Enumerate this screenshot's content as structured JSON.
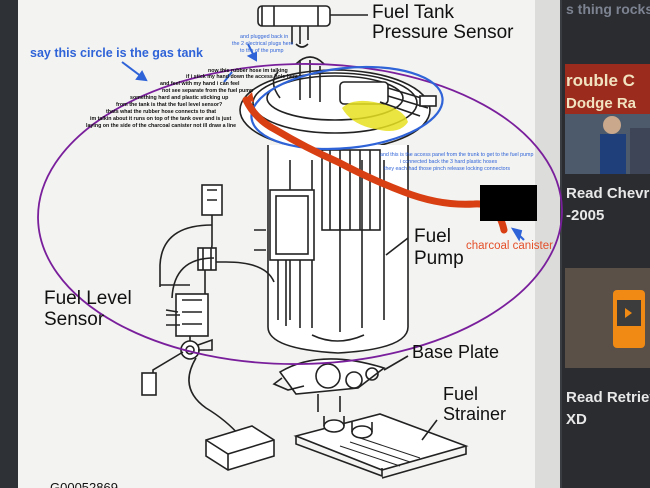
{
  "diagram": {
    "labels": {
      "fuel_tank_pressure_sensor_1": "Fuel Tank",
      "fuel_tank_pressure_sensor_2": "Pressure Sensor",
      "fuel_pump_1": "Fuel",
      "fuel_pump_2": "Pump",
      "fuel_level_sensor_1": "Fuel Level",
      "fuel_level_sensor_2": "Sensor",
      "base_plate": "Base Plate",
      "fuel_strainer_1": "Fuel",
      "fuel_strainer_2": "Strainer",
      "figure_code": "G00052869"
    }
  },
  "annotations": {
    "gas_tank_note": "say this circle is the gas tank",
    "plugged_note": [
      "and plugged back in",
      "the 2 electrical plugs here",
      "to the of the pump"
    ],
    "hose_note": [
      "now this rubber hose im talking",
      "if i stick my hand down the access hole here",
      "and feel with my hand i can feel",
      "not see separate from the fuel pump",
      "something hard and plastic sticking up",
      "from the tank is that the fuel level sensor?",
      "thats what the rubber hose connects to that",
      "im talkin about it runs on top of the tank over and is just",
      "laying on the side of the charcoal canister not ill draw a line"
    ],
    "access_panel_note": [
      "and this is the access panel from the trunk to get to the fuel pump",
      "i connected back the 3 hard plastic hoses",
      "they each had those pinch release locking connectors"
    ],
    "charcoal_canister": "charcoal canister"
  },
  "sidebar": {
    "top_text": "s thing rocks",
    "banner_line1": "rouble C",
    "banner_line2": "Dodge Ra",
    "link1_line1": "Read Chevre",
    "link1_line2": "-2005",
    "link2_line1": "Read Retriev",
    "link2_line2": "XD"
  },
  "colors": {
    "annotation_blue": "#2f63d8",
    "ellipse_purple": "#7a1f9c",
    "hose_red": "#d83f12",
    "canister_label": "#e4502a",
    "highlight_yellow": "#e8e020",
    "link_white": "#ffffff"
  }
}
